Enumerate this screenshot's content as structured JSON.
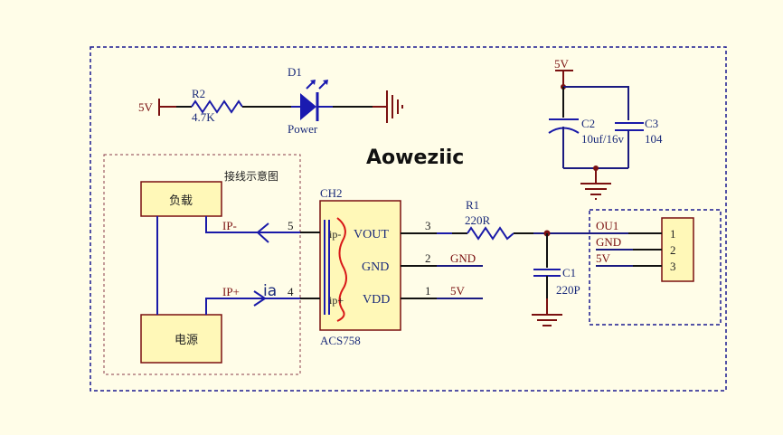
{
  "title": "Aoweziic",
  "led_section": {
    "power_label": "5V",
    "resistor": {
      "ref": "R2",
      "value": "4.7K"
    },
    "led": {
      "ref": "D1",
      "label": "Power"
    }
  },
  "decoupling": {
    "power_label": "5V",
    "c2": {
      "ref": "C2",
      "value": "10uf/16v"
    },
    "c3": {
      "ref": "C3",
      "value": "104"
    }
  },
  "wiring_diagram": {
    "caption": "接线示意图",
    "load_label": "负载",
    "source_label": "电源",
    "ip_minus": "IP-",
    "ip_plus": "IP+",
    "current_label": "ia"
  },
  "sensor": {
    "ref": "CH2",
    "part": "ACS758",
    "pins_left": [
      {
        "num": "5",
        "name": "ip-"
      },
      {
        "num": "4",
        "name": "ip+"
      }
    ],
    "pins_right": [
      {
        "num": "3",
        "name": "VOUT",
        "net": ""
      },
      {
        "num": "2",
        "name": "GND",
        "net": "GND"
      },
      {
        "num": "1",
        "name": "VDD",
        "net": "5V"
      }
    ]
  },
  "filter": {
    "resistor": {
      "ref": "R1",
      "value": "220R"
    },
    "capacitor": {
      "ref": "C1",
      "value": "220P"
    }
  },
  "connector": {
    "nets": [
      "OU1",
      "GND",
      "5V"
    ],
    "pins": [
      "1",
      "2",
      "3"
    ]
  },
  "colors": {
    "background": "#fffde8",
    "wire": "#1a1aa8",
    "power": "#7a1010",
    "component_fill": "#fff8b8"
  }
}
